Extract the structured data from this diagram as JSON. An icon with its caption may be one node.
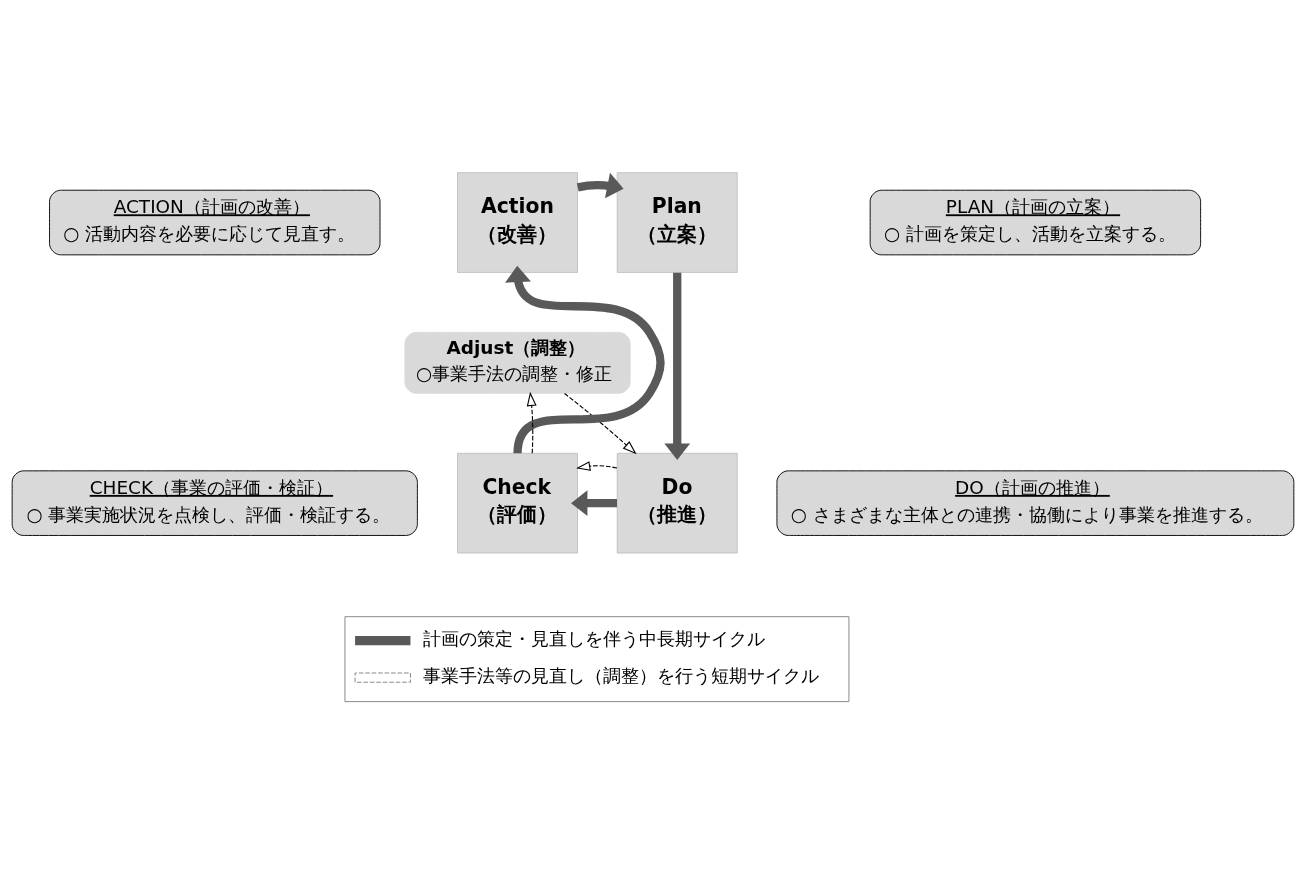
{
  "diagram": {
    "nodes": [
      {
        "text": [
          "ACTION（計画の改善）",
          "○ 活動内容を必要に応じて見直す。"
        ]
      },
      {
        "text": [
          "PLAN（計画の立案）",
          "○ 計画を策定し、活動を立案する。"
        ]
      },
      {
        "text": [
          "Action",
          "（改善）"
        ]
      },
      {
        "text": [
          "Plan",
          "（立案）"
        ]
      },
      {
        "text": [
          "Adjust（調整）",
          "○事業手法の調整・修正"
        ]
      },
      {
        "text": [
          "Check",
          "（評価）"
        ]
      },
      {
        "text": [
          "Do",
          "（推進）"
        ]
      },
      {
        "text": [
          "CHECK（事業の評価・検証）",
          "○ 事業実施状況を点検し、評価・検証する。"
        ]
      },
      {
        "text": [
          "DO（計画の推進）",
          "○ さまざまな主体との連携・協働により事業を推進する。"
        ]
      }
    ],
    "edges": [
      {
        "from": 2,
        "to": 3,
        "arrow": "to"
      },
      {
        "from": 3,
        "to": 6,
        "arrow": "to"
      },
      {
        "from": 6,
        "to": 5,
        "arrow": "to"
      },
      {
        "from": 5,
        "to": 2,
        "arrow": "to"
      },
      {
        "from": 5,
        "to": 4,
        "arrow": "to",
        "style": "dashed"
      },
      {
        "from": 4,
        "to": 6,
        "arrow": "to",
        "style": "dashed"
      },
      {
        "from": 6,
        "to": 5,
        "arrow": "to",
        "style": "dashed"
      }
    ],
    "legend": [
      {
        "text": "計画の策定・見直しを伴う中長期サイクル"
      },
      {
        "text": "事業手法等の見直し（調整）を行う短期サイクル"
      }
    ]
  }
}
